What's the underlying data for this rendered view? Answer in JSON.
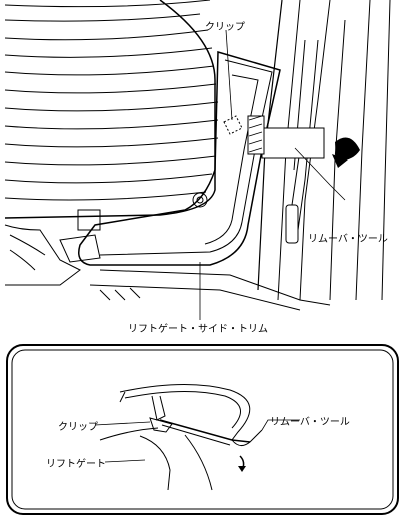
{
  "top_figure": {
    "labels": {
      "clip": "クリップ",
      "remover_tool": "リムーバ・ツール",
      "liftgate_side_trim": "リフトゲート・サイド・トリム"
    }
  },
  "detail_figure": {
    "labels": {
      "clip": "クリップ",
      "liftgate": "リフトゲート",
      "remover_tool": "リムーバ・ツール"
    }
  }
}
